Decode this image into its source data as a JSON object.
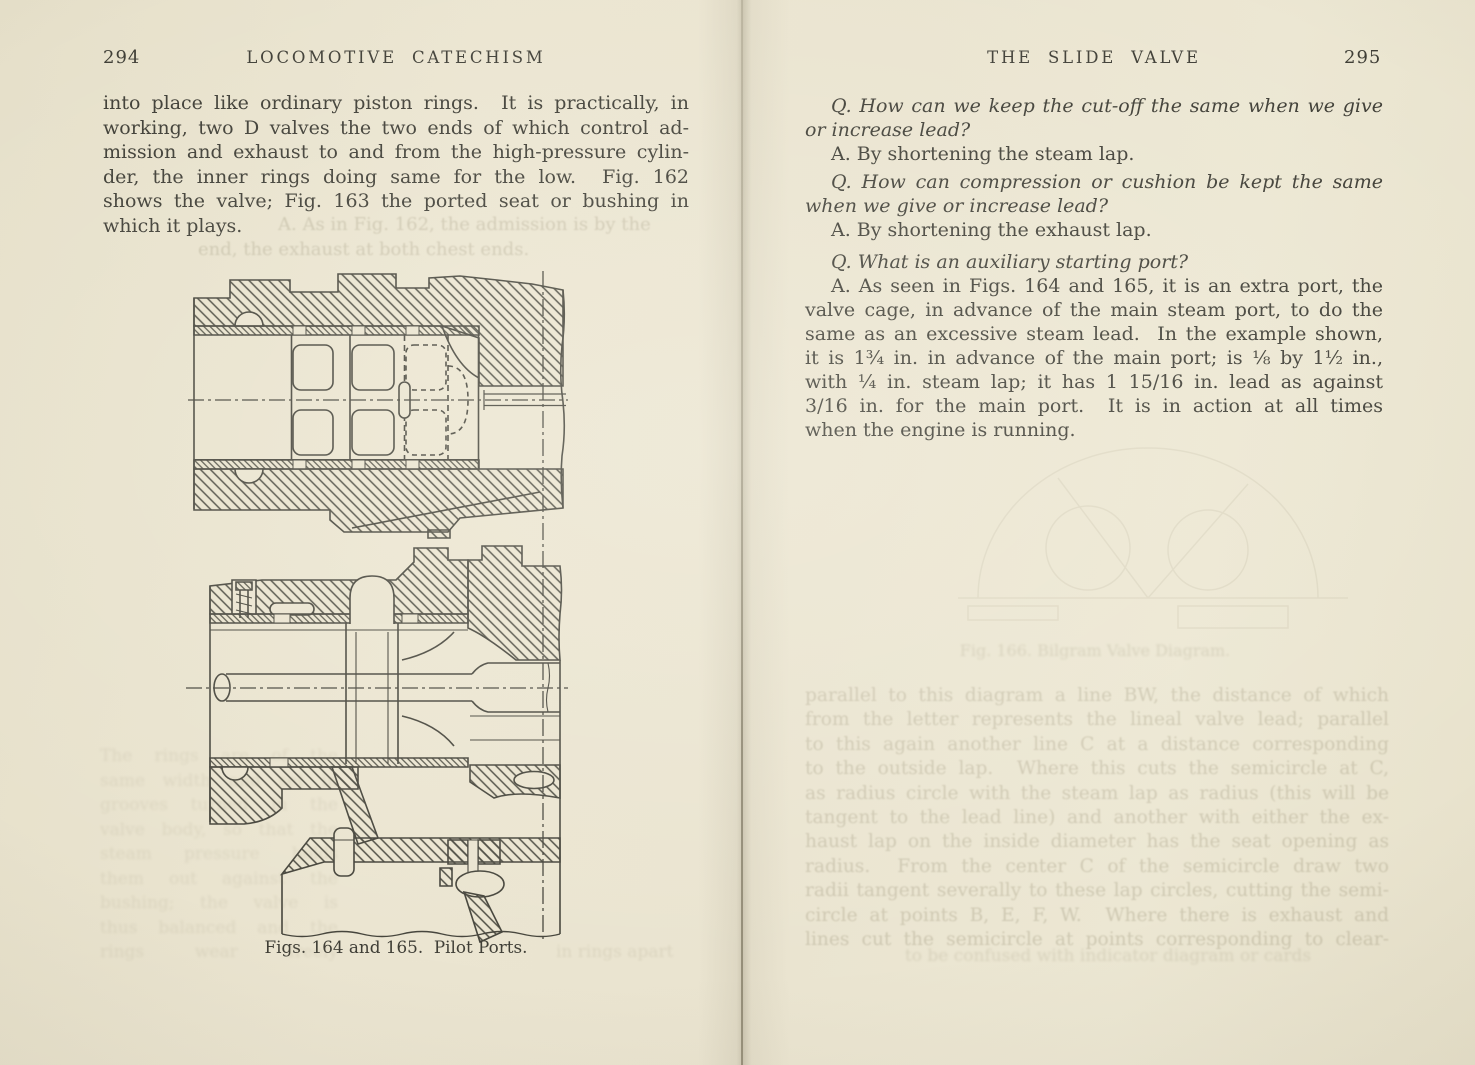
{
  "scan": {
    "paper_color": "#eae4d0",
    "ink_color": "#3f3e36",
    "ghost_ink_color": "#8d8569"
  },
  "left_page": {
    "page_number": "294",
    "running_head": "LOCOMOTIVE CATECHISM",
    "body_lines": [
      "into place like ordinary piston rings.  It is practically, in",
      "working, two D valves the two ends of which control ad-",
      "mission and exhaust to and from the high-pressure cylin-",
      "der, the inner rings doing same for the low.  Fig. 162",
      "shows the valve; Fig. 163 the ported seat or bushing in",
      "which it plays."
    ],
    "figure_caption": "Figs. 164 and 165.  Pilot Ports.",
    "ghost_mid_lines": [
      "A. As in Fig. 162, the admission is by the",
      "end, the exhaust at both chest ends."
    ],
    "ghost_bottom_lines": [
      "The rings are of the",
      "same width and set in",
      "grooves turned in the",
      "valve body, so that the",
      "steam pressure holds",
      "them out against the",
      "bushing; the valve is",
      "thus balanced and the",
      "rings wear freely"
    ],
    "ghost_corner_fragment": "in rings apart"
  },
  "right_page": {
    "page_number": "295",
    "running_head": "THE SLIDE VALVE",
    "qa_lines": [
      "Q. How can we keep the cut-off the same when we give",
      "or increase lead?",
      "A. By shortening the steam lap.",
      "Q. How can compression or cushion be kept the same",
      "when we give or increase lead?",
      "A. By shortening the exhaust lap.",
      "Q. What is an auxiliary starting port?",
      "A. As seen in Figs. 164 and 165, it is an extra port, the",
      "valve cage, in advance of the main steam port, to do the",
      "same as an excessive steam lead.  In the example shown,",
      "it is 1¾ in. in advance of the main port; is ⅛ by 1½ in.,",
      "with ¼ in. steam lap; it has 1 15/16 in. lead as against",
      "3/16 in. for the main port.  It is in action at all times",
      "when the engine is running."
    ],
    "ghost_caption": "Fig. 166.  Bilgram Valve Diagram.",
    "ghost_lines": [
      "parallel to this diagram a line BW, the distance of which",
      "from the letter represents the lineal valve lead; parallel",
      "to this again another line C at a distance corresponding",
      "to the outside lap.  Where this cuts the semicircle at C,",
      "as radius circle with the steam lap as radius (this will be",
      "tangent to the lead line) and another with either the ex-",
      "haust lap on the inside diameter has the seat opening as",
      "radius.  From the center C of the semicircle draw two",
      "radii tangent severally to these lap circles, cutting the semi-",
      "circle at points B, E, F, W.  Where there is exhaust and",
      "lines cut the semicircle at points corresponding to clear-"
    ],
    "ghost_tail": "to be confused with indicator diagram or cards"
  }
}
